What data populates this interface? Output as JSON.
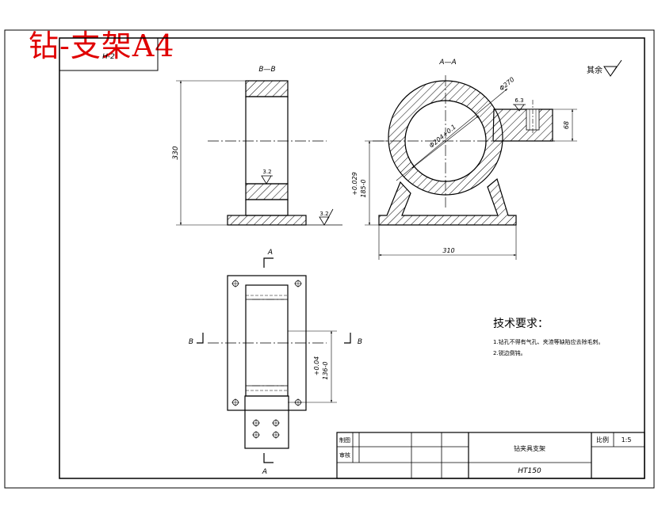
{
  "banner": {
    "title": "钻-支架A4"
  },
  "header_cell": {
    "code": "H-2"
  },
  "views": {
    "section_bb": {
      "label": "B—B",
      "height_dim": "330",
      "roughness_mid": "3.2",
      "roughness_base": "3.2"
    },
    "section_aa": {
      "label": "A—A",
      "dia_outer": "Φ270",
      "dia_inner": "Φ204+0.1",
      "center_height_tol": "+0.029",
      "center_height": "185-0",
      "base_width": "310",
      "lug_height": "68",
      "lug_roughness": "6.3"
    },
    "plan_view": {
      "cut_a_top": "A",
      "cut_a_bottom": "A",
      "cut_b_left": "B",
      "cut_b_right": "B",
      "width_tol": "+0.04",
      "width": "136-0"
    }
  },
  "other_roughness": {
    "label": "其余",
    "symbol": "∇"
  },
  "tech_requirements": {
    "title": "技术要求：",
    "items": [
      "1.钻孔不得有气孔、夹渣等缺陷应去除毛刺。",
      "2.锐边倒钝。"
    ]
  },
  "title_block": {
    "row1_label": "制图",
    "row2_label": "审核",
    "part_name": "钻夹具支架",
    "material": "HT150",
    "scale_label": "比例",
    "scale_value": "1:5"
  }
}
